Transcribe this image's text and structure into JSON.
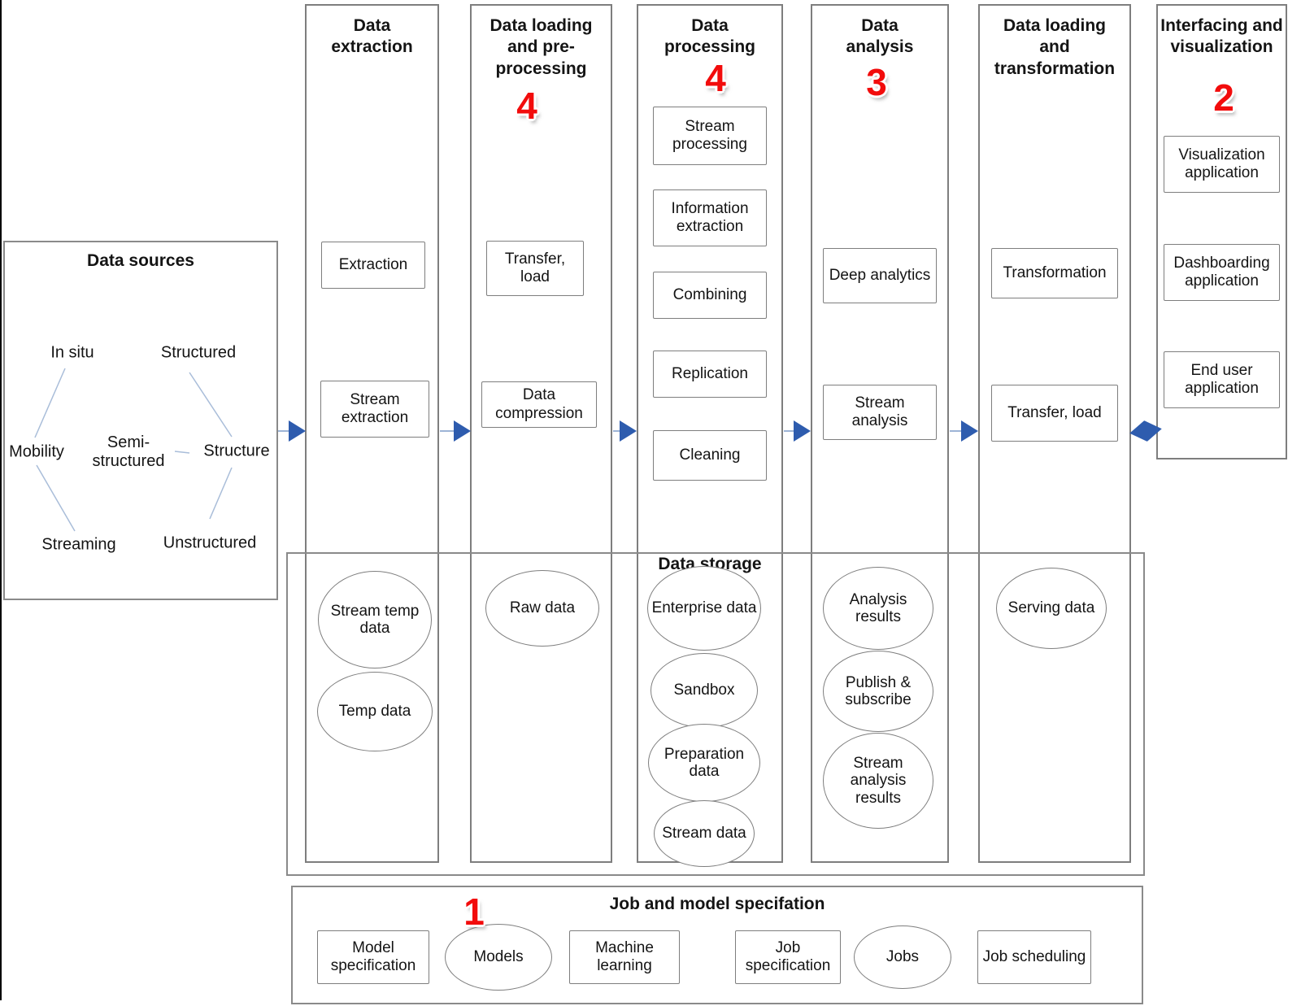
{
  "data_sources": {
    "title": "Data sources",
    "nodes": {
      "in_situ": "In situ",
      "structured": "Structured",
      "mobility": "Mobility",
      "semi_structured": "Semi-structured",
      "structure": "Structure",
      "streaming": "Streaming",
      "unstructured": "Unstructured"
    }
  },
  "columns": [
    {
      "title": "Data extraction",
      "boxes": [
        "Extraction",
        "Stream extraction"
      ]
    },
    {
      "title": "Data loading and pre-processing",
      "badge": "4",
      "boxes": [
        "Transfer, load",
        "Data compression"
      ]
    },
    {
      "title": "Data processing",
      "badge": "4",
      "boxes": [
        "Stream processing",
        "Information extraction",
        "Combining",
        "Replication",
        "Cleaning"
      ]
    },
    {
      "title": "Data analysis",
      "badge": "3",
      "boxes": [
        "Deep analytics",
        "Stream analysis"
      ]
    },
    {
      "title": "Data loading and transformation",
      "boxes": [
        "Transformation",
        "Transfer, load"
      ]
    },
    {
      "title": "Interfacing and visualization",
      "badge": "2",
      "boxes": [
        "Visualization application",
        "Dashboarding application",
        "End user application"
      ]
    }
  ],
  "data_storage": {
    "title": "Data storage",
    "stores": [
      "Stream temp data",
      "Temp data",
      "Raw data",
      "Enterprise data",
      "Sandbox",
      "Preparation data",
      "Stream data",
      "Analysis results",
      "Publish & subscribe",
      "Stream analysis results",
      "Serving data"
    ]
  },
  "job_panel": {
    "title": "Job and model specifation",
    "badge": "1",
    "boxes": [
      "Model specification",
      "Machine learning",
      "Job specification",
      "Job scheduling"
    ],
    "ellipses": [
      "Models",
      "Jobs"
    ]
  },
  "colors": {
    "annotation_red": "#f20c0c",
    "arrow_blue": "#2e5cae",
    "connector_light_blue": "#a9bdd9"
  }
}
